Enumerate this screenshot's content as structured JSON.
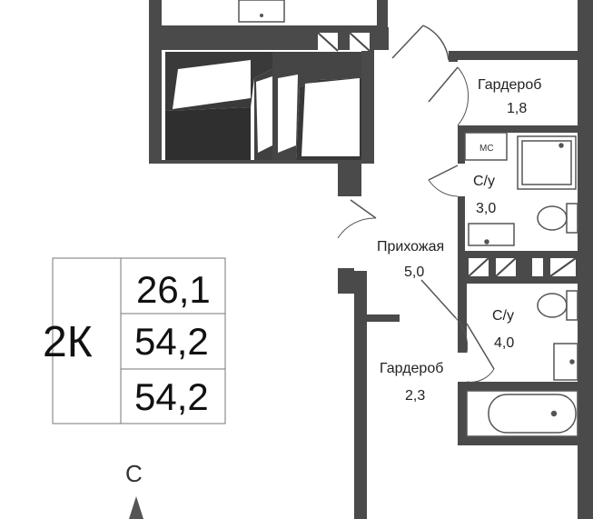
{
  "rooms": [
    {
      "name": "Гардероб",
      "area": "1,8"
    },
    {
      "name": "С/у",
      "area": "3,0"
    },
    {
      "name": "Прихожая",
      "area": "5,0"
    },
    {
      "name": "С/у",
      "area": "4,0"
    },
    {
      "name": "Гардероб",
      "area": "2,3"
    }
  ],
  "fixtures": {
    "mc_label": "МС"
  },
  "info": {
    "type": "2К",
    "values": [
      "26,1",
      "54,2",
      "54,2"
    ]
  },
  "compass": {
    "letter": "С"
  },
  "colors": {
    "wall": "#4a4a4a",
    "line": "#555555",
    "background": "#ffffff"
  }
}
